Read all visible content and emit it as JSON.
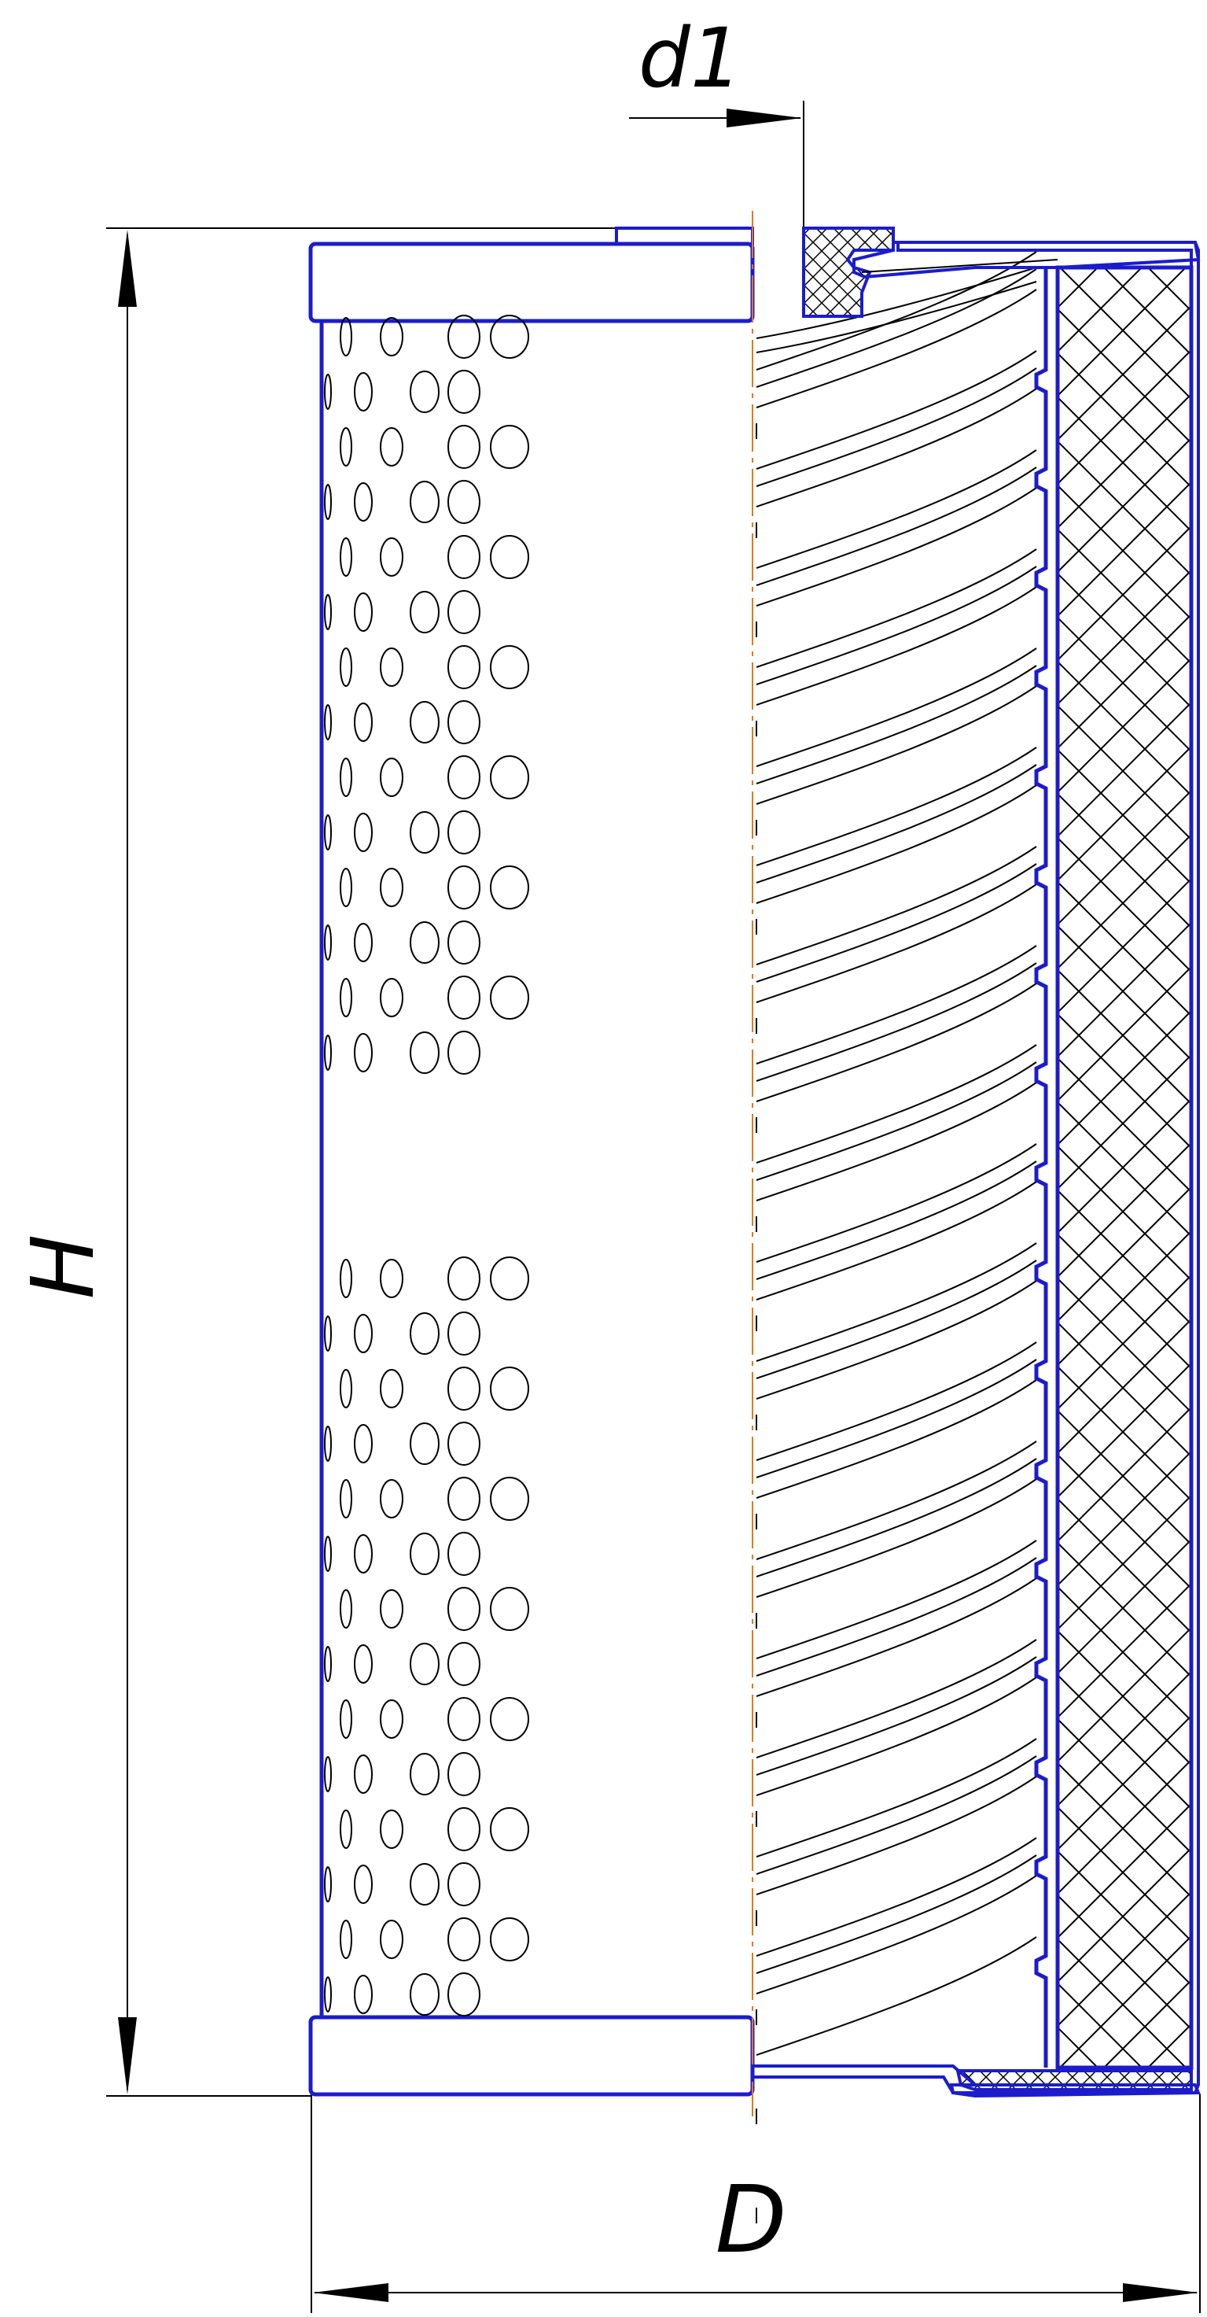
{
  "labels": {
    "d1": "d1",
    "H": "H",
    "D": "D"
  },
  "colors": {
    "outline": "#1c1ccc",
    "line": "#000000",
    "centerline": "#e07a1a",
    "background": "#ffffff"
  }
}
